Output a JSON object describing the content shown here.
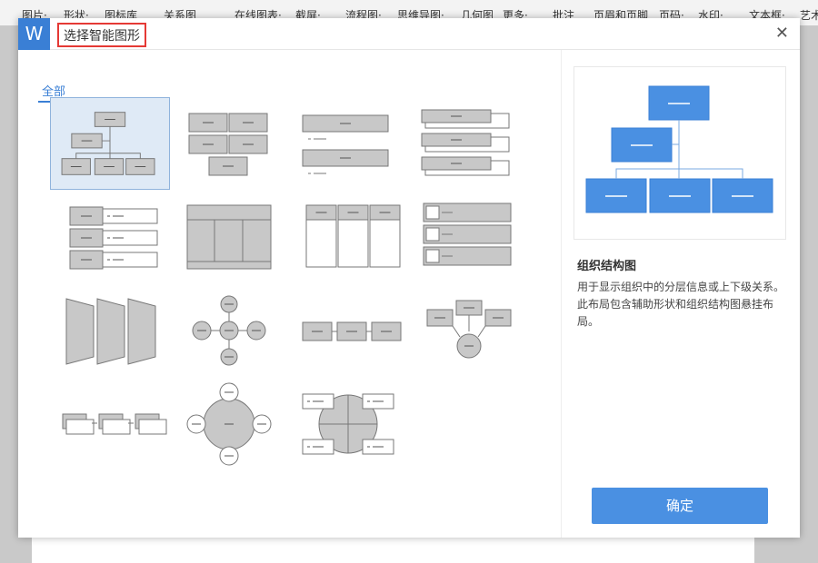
{
  "ribbon": {
    "items": [
      "图片·",
      "形状·",
      "图标库",
      "关系图",
      "在线图表·",
      "截屏·",
      "流程图·",
      "思维导图·",
      "几何图",
      "更多·",
      "批注",
      "页眉和页脚",
      "页码·",
      "水印·",
      "文本框·",
      "艺术"
    ]
  },
  "dialog": {
    "logo": "W",
    "title": "选择智能图形",
    "close_icon": "close-icon"
  },
  "tabs": [
    {
      "label": "全部",
      "active": true
    }
  ],
  "thumbnails": [
    {
      "type": "org-chart",
      "selected": true
    },
    {
      "type": "block-grid"
    },
    {
      "type": "stacked-list"
    },
    {
      "type": "tabbed-list"
    },
    {
      "type": "label-list"
    },
    {
      "type": "table-columns"
    },
    {
      "type": "column-list"
    },
    {
      "type": "picture-list"
    },
    {
      "type": "trapezoid-list"
    },
    {
      "type": "radial-arrows"
    },
    {
      "type": "process-arrows"
    },
    {
      "type": "converging-arrows"
    },
    {
      "type": "picture-process"
    },
    {
      "type": "cycle-circle"
    },
    {
      "type": "quadrant-circle"
    }
  ],
  "preview": {
    "title": "组织结构图",
    "description": "用于显示组织中的分层信息或上下级关系。此布局包含辅助形状和组织结构图悬挂布局。",
    "accent": "#4a90e2"
  },
  "ok_button": "确定"
}
